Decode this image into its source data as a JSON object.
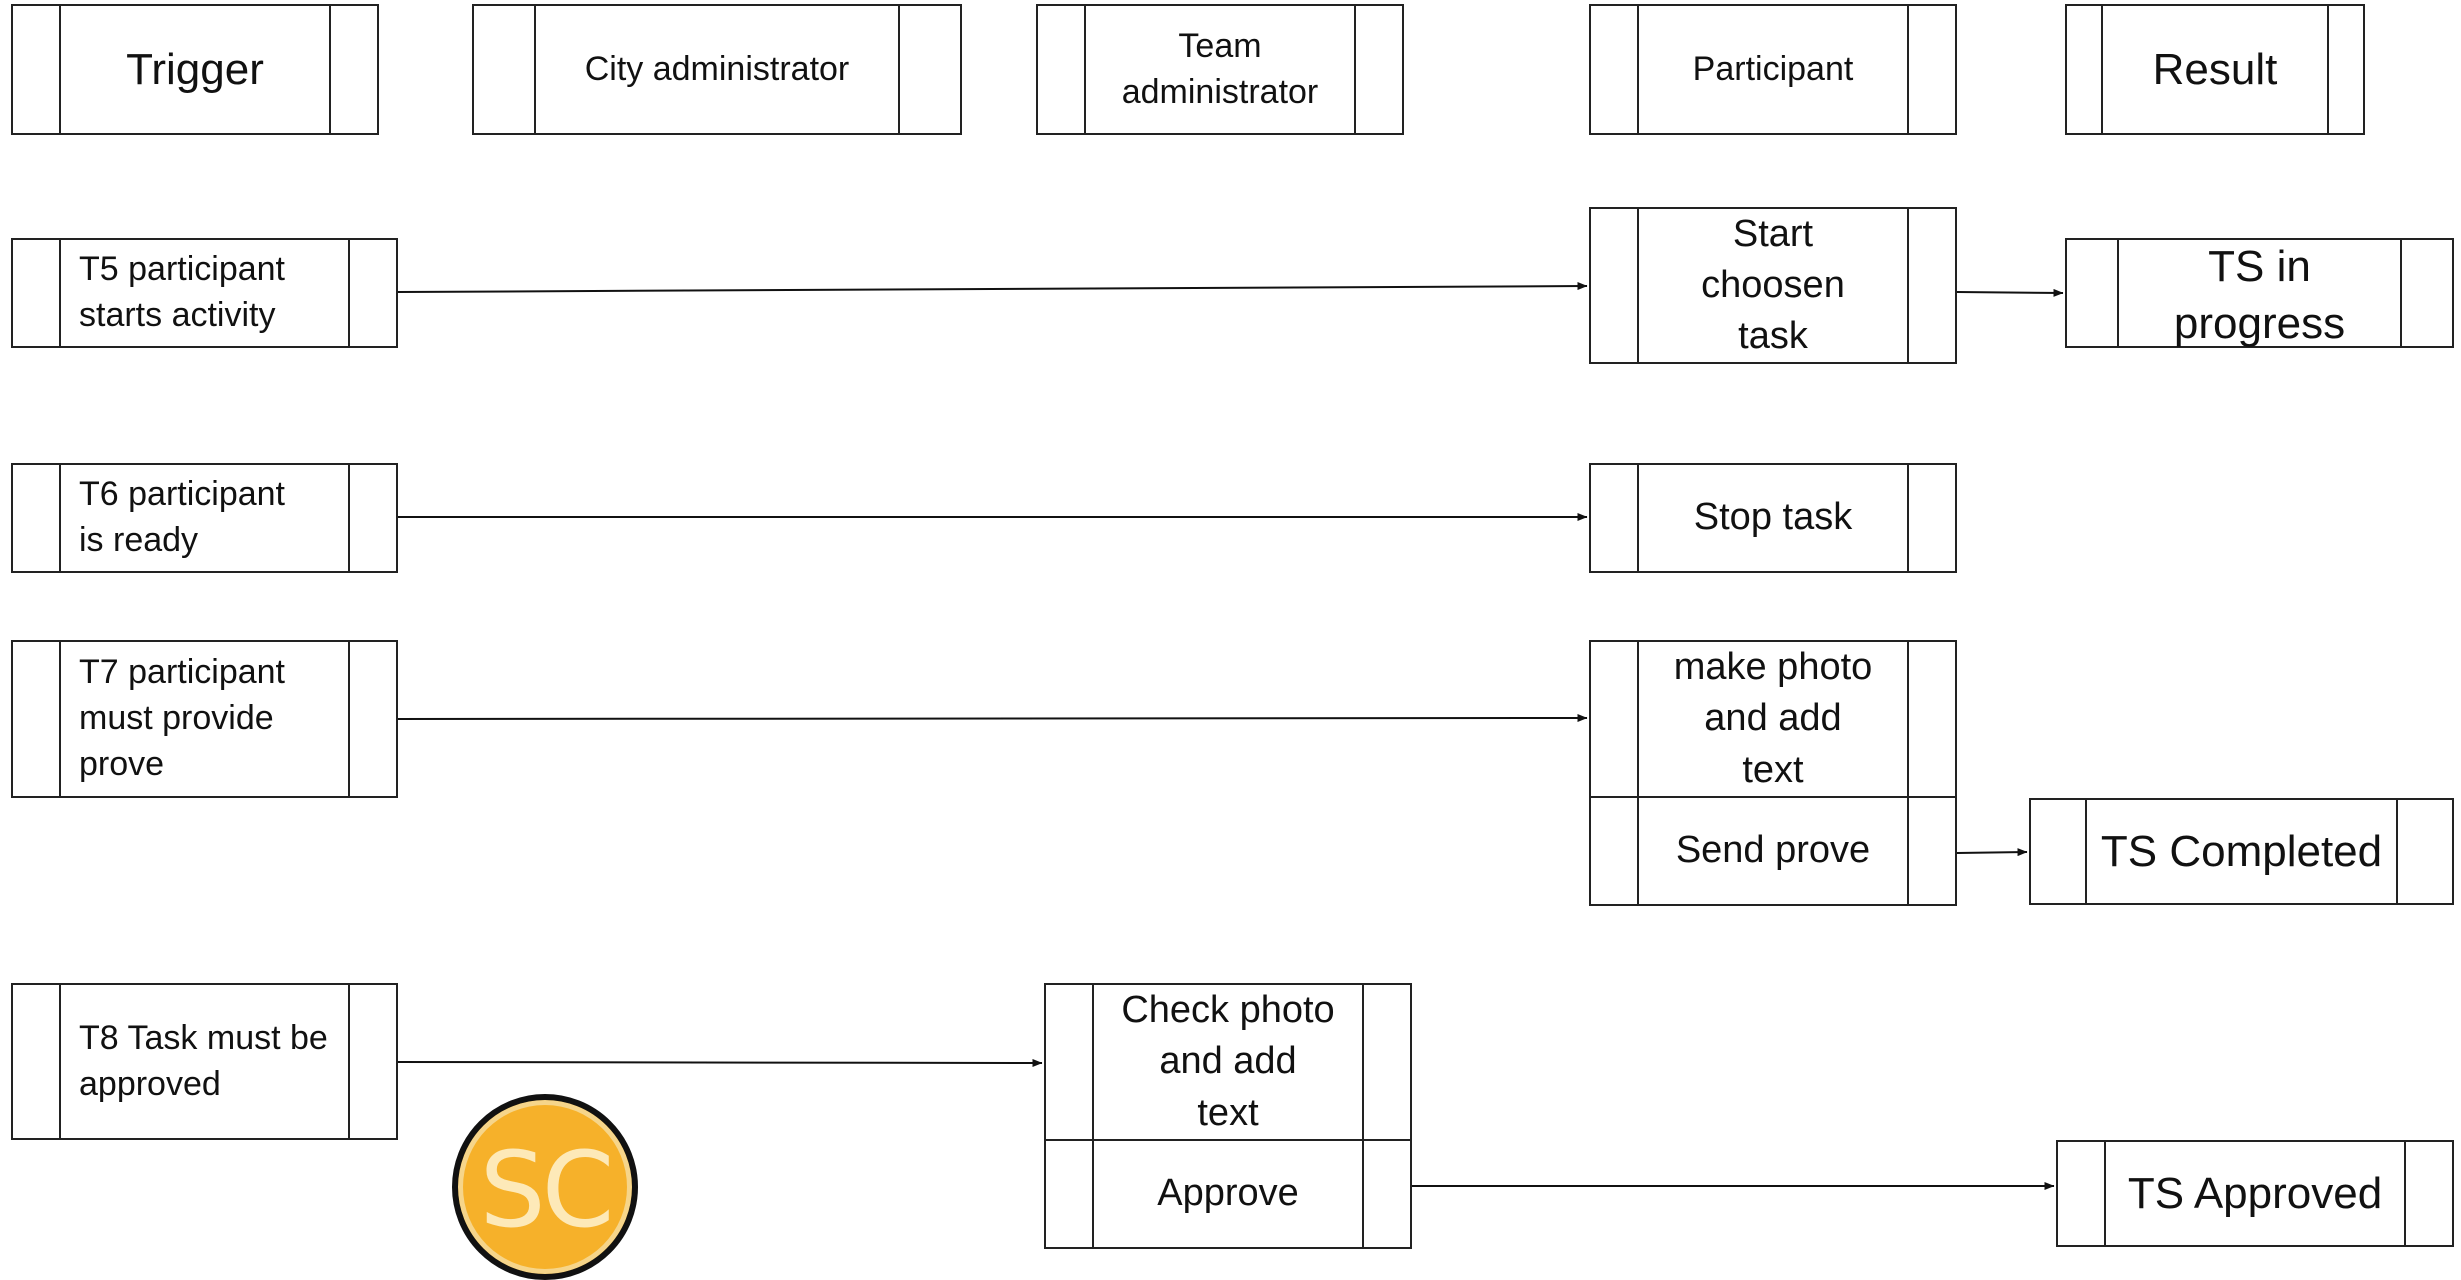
{
  "headers": {
    "trigger": "Trigger",
    "city_admin": "City administrator",
    "team_admin": "Team\nadministrator",
    "participant": "Participant",
    "result": "Result"
  },
  "triggers": {
    "t5": "T5 participant\nstarts activity",
    "t6": "T6 participant\nis ready",
    "t7": "T7 participant\nmust provide\nprove",
    "t8": "T8 Task must be\napproved"
  },
  "participant_steps": {
    "start_task": "Start\nchoosen\ntask",
    "stop_task": "Stop task",
    "make_photo": "make photo\nand add\ntext",
    "send_prove": "Send prove"
  },
  "team_admin_steps": {
    "check_photo": "Check photo\nand add\ntext",
    "approve": "Approve"
  },
  "results": {
    "ts_in_progress": "TS in\nprogress",
    "ts_completed": "TS Completed",
    "ts_approved": "TS Approved"
  },
  "badge": {
    "text": "SC",
    "color": "#f6b12a"
  }
}
